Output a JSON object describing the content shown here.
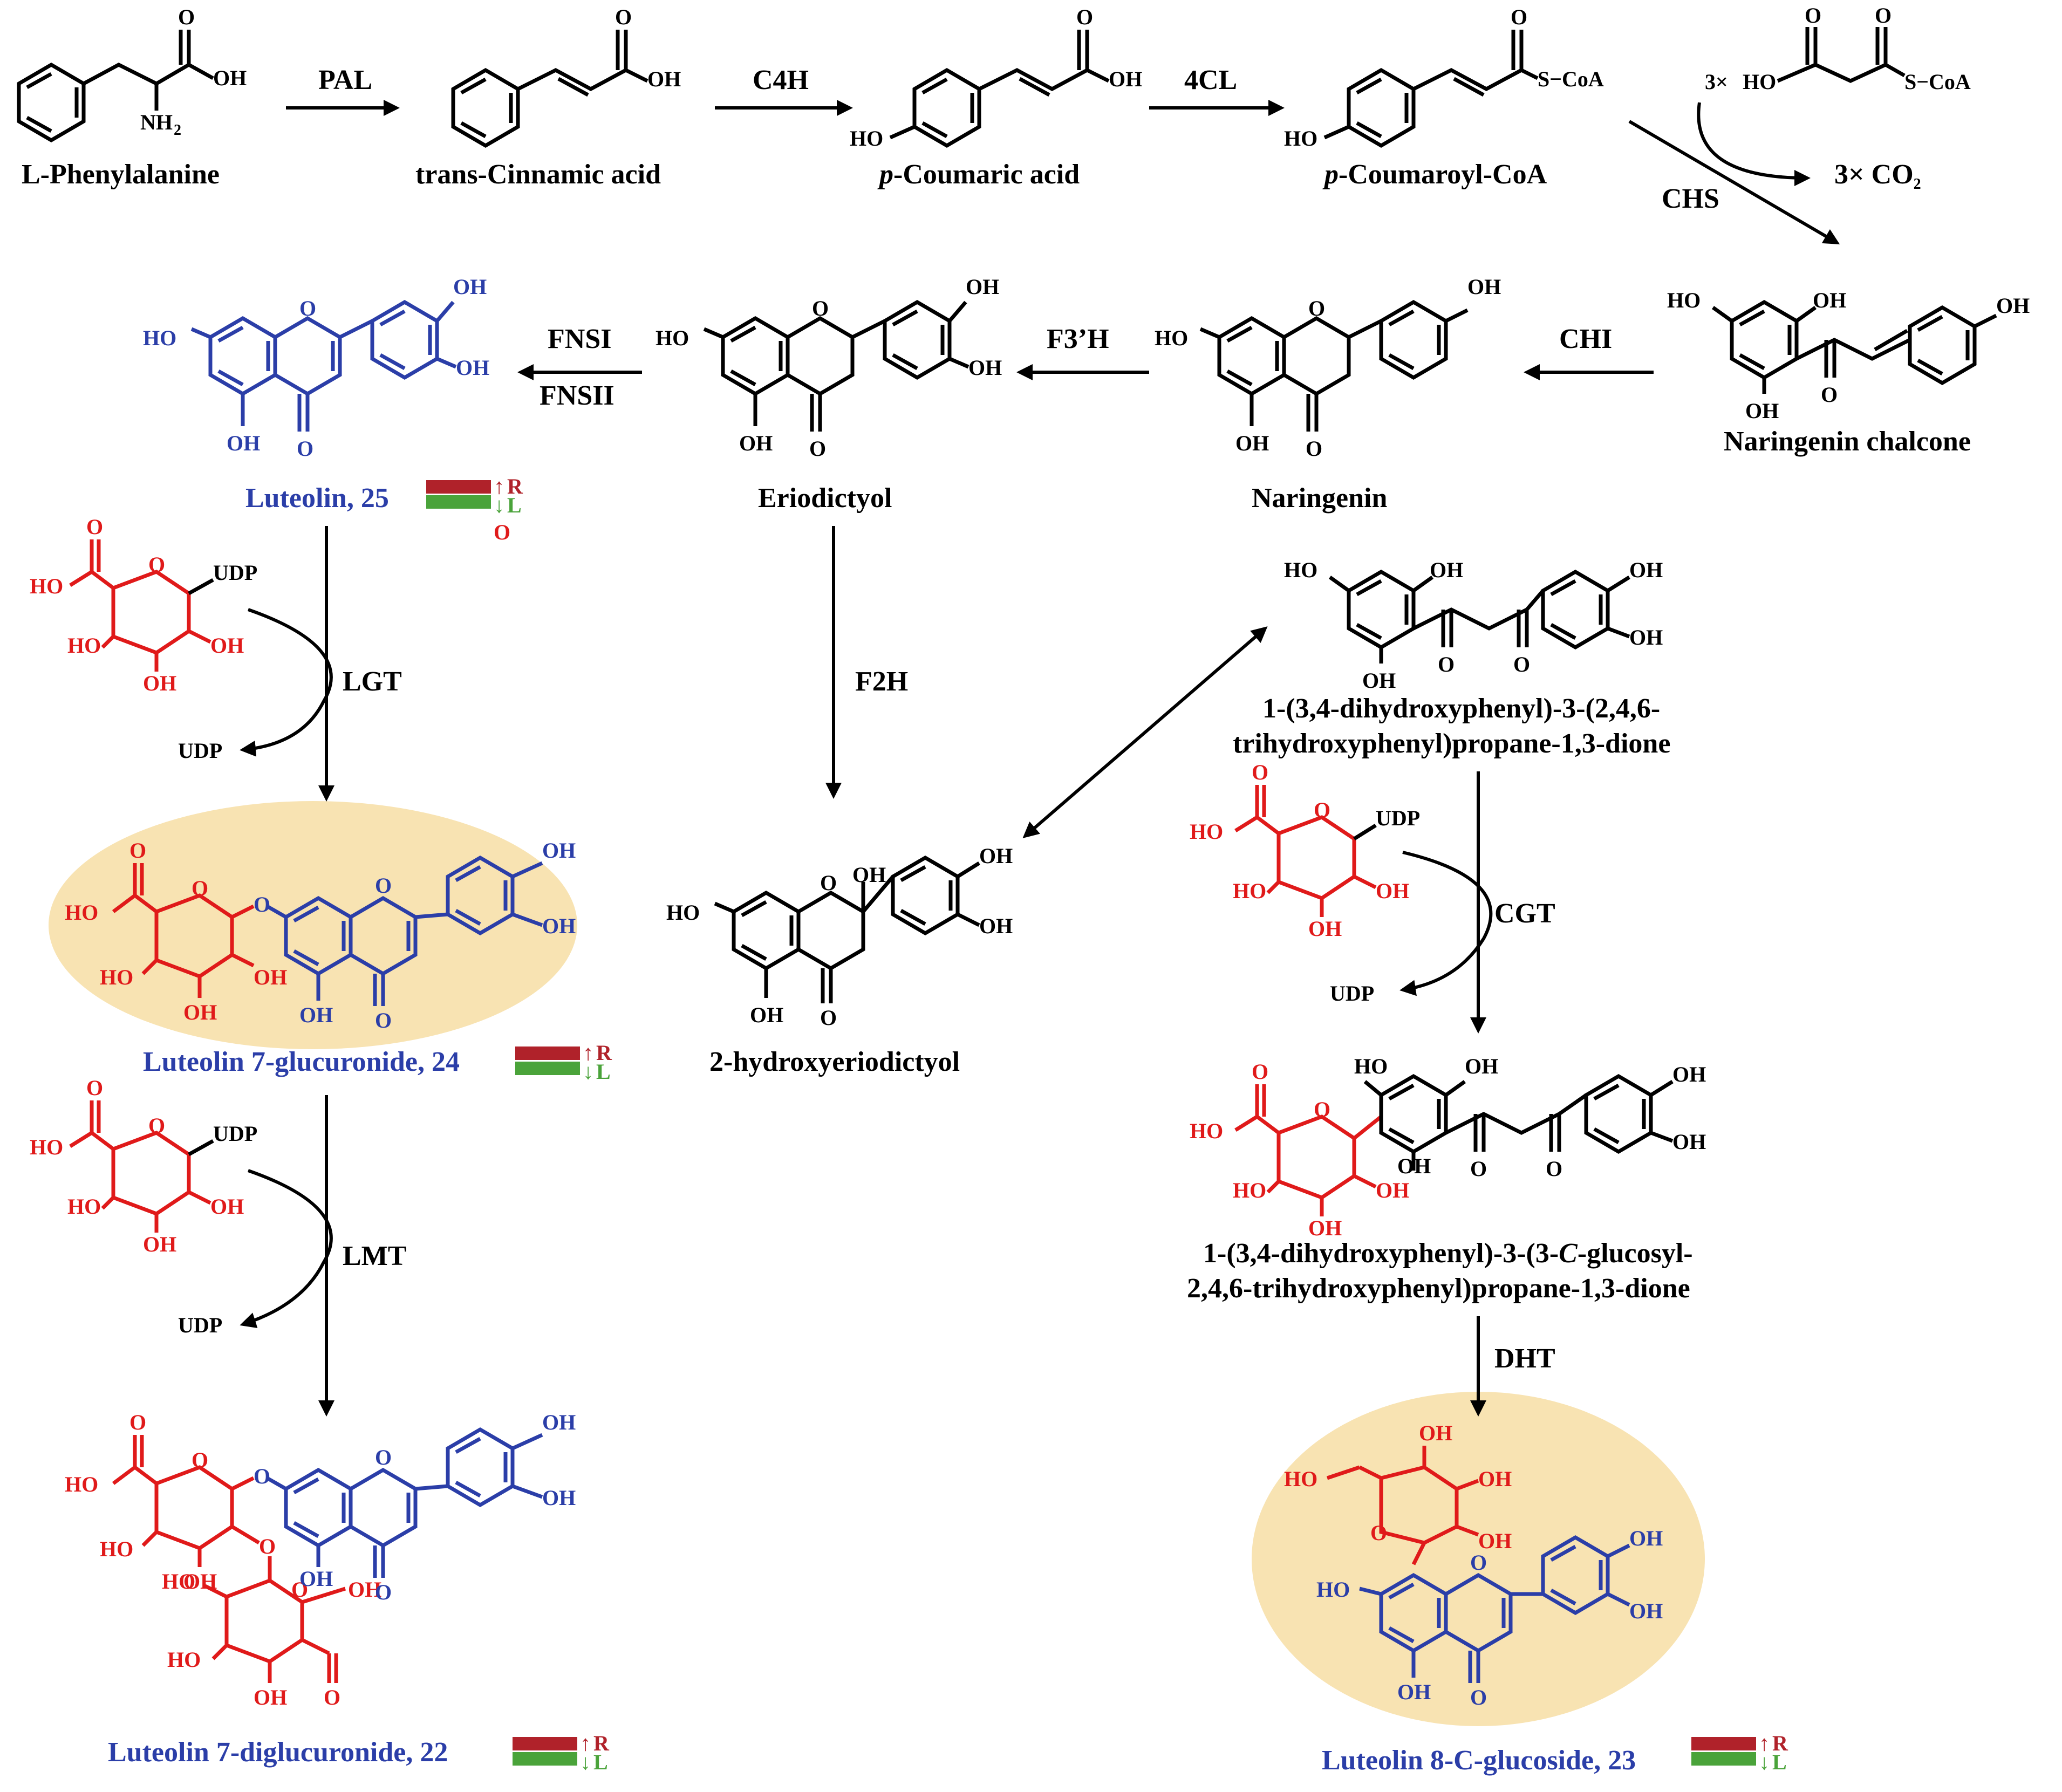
{
  "compounds": {
    "phe": "L-Phenylalanine",
    "cinn": "trans-Cinnamic acid",
    "coum_prefix": "p",
    "coum_rest": "-Coumaric acid",
    "coumcoa_prefix": "p",
    "coumcoa_rest": "-Coumaroyl-CoA",
    "nar_chalcone": "Naringenin chalcone",
    "naringenin": "Naringenin",
    "eriodictyol": "Eriodictyol",
    "luteolin": "Luteolin, 25",
    "hydroxyeriod": "2-hydroxyeriodictyol",
    "dione1_l1": "1-(3,4-dihydroxyphenyl)-3-(2,4,6-",
    "dione1_l2": "trihydroxyphenyl)propane-1,3-dione",
    "dione2_l1a": "1-(3,4-dihydroxyphenyl)-3-(3-",
    "dione2_l1b": "C",
    "dione2_l1c": "-glucosyl-",
    "dione2_l2": "2,4,6-trihydroxyphenyl)propane-1,3-dione",
    "lut7g": "Luteolin 7-glucuronide, 24",
    "lut7dg": "Luteolin 7-diglucuronide, 22",
    "lut8c": "Luteolin 8-C-glucoside, 23"
  },
  "enzymes": {
    "pal": "PAL",
    "c4h": "C4H",
    "fourcl": "4CL",
    "chs": "CHS",
    "chi": "CHI",
    "f3h": "F3’H",
    "fnsi": "FNSI",
    "fnsii": "FNSII",
    "f2h": "F2H",
    "lgt": "LGT",
    "lmt": "LMT",
    "cgt": "CGT",
    "dht": "DHT"
  },
  "cofactors": {
    "three_x_1": "3×",
    "three_x_2": "3×",
    "malonyl_ho": "HO",
    "sco_a": "S−CoA",
    "co2": "CO",
    "co2_sub": "2",
    "udp": "UDP"
  },
  "atoms": {
    "oh": "OH",
    "ho": "HO",
    "o": "O",
    "nh2": "NH",
    "nh2_sub": "2",
    "s_coa": "S−CoA",
    "udp": "UDP"
  },
  "legend_markers": {
    "up": "↑",
    "down": "↓",
    "r": "R",
    "l": "L",
    "o": "O"
  },
  "colors": {
    "black": "#000000",
    "red": "#e01a1a",
    "blue": "#2b3ea8",
    "highlight": "#f8e3b2",
    "bar_red": "#b0222a",
    "bar_green": "#4aa33a"
  }
}
